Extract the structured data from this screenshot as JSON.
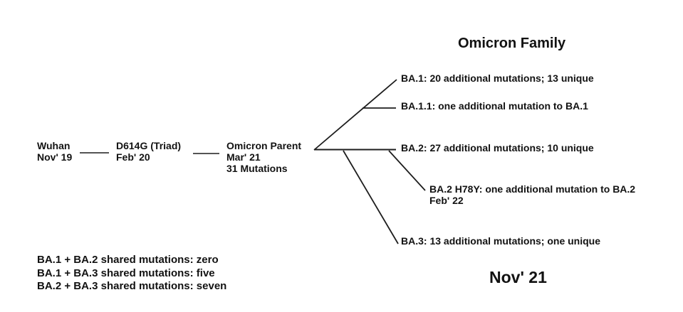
{
  "diagram": {
    "title": "Omicron Family",
    "colors": {
      "background": "#ffffff",
      "text": "#121212",
      "line": "#1d1d1d"
    },
    "timeline": {
      "wuhan": {
        "name": "Wuhan",
        "date": "Nov' 19"
      },
      "d614g": {
        "name": "D614G (Triad)",
        "date": "Feb' 20"
      },
      "omicron_parent": {
        "name": "Omicron Parent",
        "date": "Mar' 21",
        "note": "31 Mutations"
      }
    },
    "branches": {
      "ba1": {
        "label": "BA.1: 20 additional mutations; 13 unique"
      },
      "ba11": {
        "label": "BA.1.1: one additional mutation to BA.1"
      },
      "ba2": {
        "label": "BA.2: 27 additional mutations; 10 unique"
      },
      "ba2_h78y": {
        "label": "BA.2 H78Y: one additional mutation to BA.2",
        "date": "Feb' 22"
      },
      "ba3": {
        "label": "BA.3: 13 additional mutations; one unique"
      }
    },
    "omicron_family_date": "Nov' 21",
    "shared_mutations": {
      "lines": [
        "BA.1 + BA.2 shared mutations: zero",
        "BA.1 + BA.3 shared mutations: five",
        "BA.2 + BA.3 shared mutations: seven"
      ]
    }
  }
}
